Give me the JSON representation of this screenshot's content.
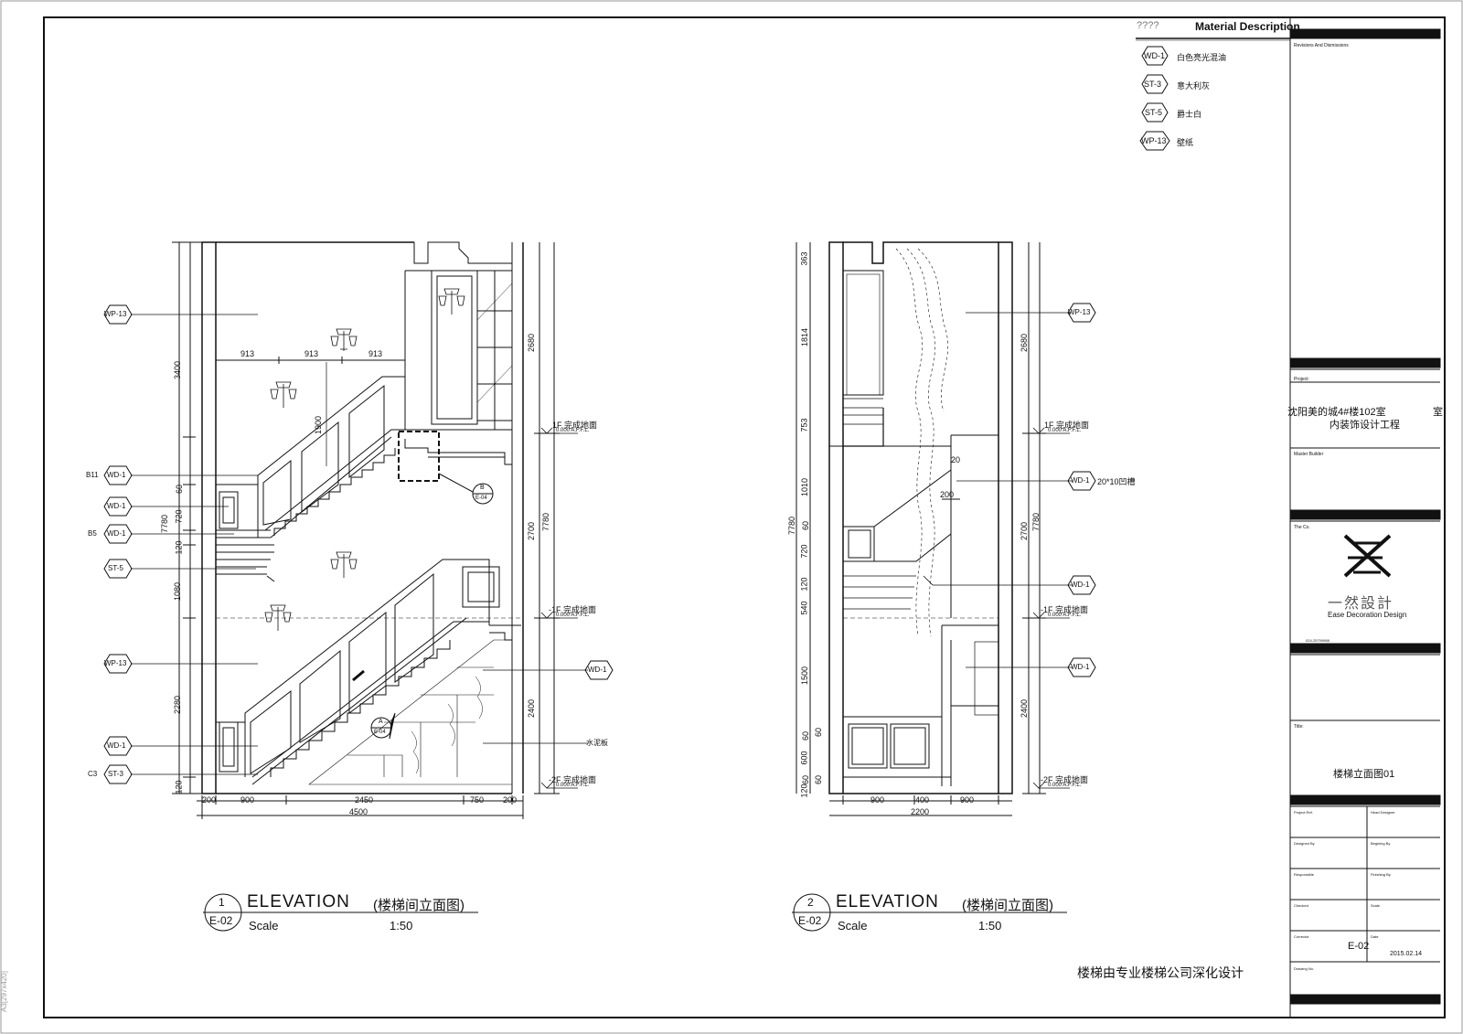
{
  "material": {
    "header_code": "????",
    "header_title": "Material Description",
    "items": [
      {
        "code": "WD-1",
        "desc": "白色亮光混油"
      },
      {
        "code": "ST-3",
        "desc": "意大利灰"
      },
      {
        "code": "ST-5",
        "desc": "爵士白"
      },
      {
        "code": "WP-13",
        "desc": "壁纸"
      }
    ]
  },
  "title_block": {
    "revisions_label": "Revisions And Dismissions",
    "project_label": "Project:",
    "project_line1": "沈阳美的城4#楼102室",
    "project_extra": "室",
    "project_line2": "内装饰设计工程",
    "master_builder_label": "Master Builder",
    "company_label": "The Co.",
    "company_cn": "一然設計",
    "company_en": "Ease Decoration Design",
    "company_phone": "024-25709988",
    "title_label": "Title:",
    "drawing_title": "楼梯立面图01",
    "project_ref_label": "Project Ref.",
    "head_designer_label": "Head Designer",
    "designed_by_label": "Designed By",
    "begining_by_label": "Begining By",
    "responsible_label": "Responsible",
    "finishing_by_label": "Finishing By",
    "checked_label": "Checked",
    "scale_label": "Scale",
    "corrector_label": "Corrector",
    "date_label": "Date",
    "sheet_no": "E-02",
    "date": "2015.02.14",
    "drawing_no_label": "Drawing No."
  },
  "elevation1": {
    "num": "1",
    "sheet": "E-02",
    "title": "ELEVATION",
    "title_cn": "(楼梯间立面图)",
    "scale_label": "Scale",
    "scale": "1:50",
    "tags": [
      "WP-13",
      "WD-1",
      "WD-1",
      "WD-1",
      "ST-5",
      "WP-13",
      "WD-1",
      "ST-3",
      "WD-1"
    ],
    "prefixes": [
      "B11",
      "B5",
      "C3"
    ],
    "bottom_dims": [
      "200",
      "900",
      "2450",
      "750",
      "200"
    ],
    "total_dim": "4500",
    "left_dims": [
      "3400",
      "60",
      "720",
      "120",
      "1080",
      "2280",
      "120"
    ],
    "total_left": "7780",
    "top_dims": [
      "913",
      "913",
      "913"
    ],
    "dim_1900": "1900",
    "right_dims": [
      "2680",
      "2700",
      "2400"
    ],
    "total_right": "7780",
    "cement_board": "水泥板",
    "callout_b_letter": "B",
    "callout_b_sheet": "E-04",
    "callout_a_letter": "A",
    "callout_a_sheet": "E-04"
  },
  "elevation2": {
    "num": "2",
    "sheet": "E-02",
    "title": "ELEVATION",
    "title_cn": "(楼梯间立面图)",
    "scale_label": "Scale",
    "scale": "1:50",
    "tags": [
      "WP-13",
      "WD-1",
      "WD-1",
      "WD-1"
    ],
    "groove_note": "20*10凹槽",
    "dim_20": "20",
    "dim_200": "200",
    "bottom_dims": [
      "900",
      "400",
      "900"
    ],
    "total_dim": "2200",
    "left_dims": [
      "363",
      "1814",
      "753",
      "1010",
      "60",
      "720",
      "120",
      "540",
      "1500",
      "60",
      "60",
      "600",
      "60",
      "60",
      "120"
    ],
    "total_left": "7780",
    "right_dims": [
      "2680",
      "2700",
      "2400"
    ],
    "total_right": "7780"
  },
  "levels": [
    {
      "label": "1F  完成地面",
      "value": "0.000  A.F.F.L."
    },
    {
      "label": "-1F  完成地面",
      "value": "0.000  A.F.F.L."
    },
    {
      "label": "-2F  完成地面",
      "value": "0.000  A.F.F.L."
    }
  ],
  "footnote": "楼梯由专业楼梯公司深化设计",
  "paper_size": "A3[297x420]"
}
